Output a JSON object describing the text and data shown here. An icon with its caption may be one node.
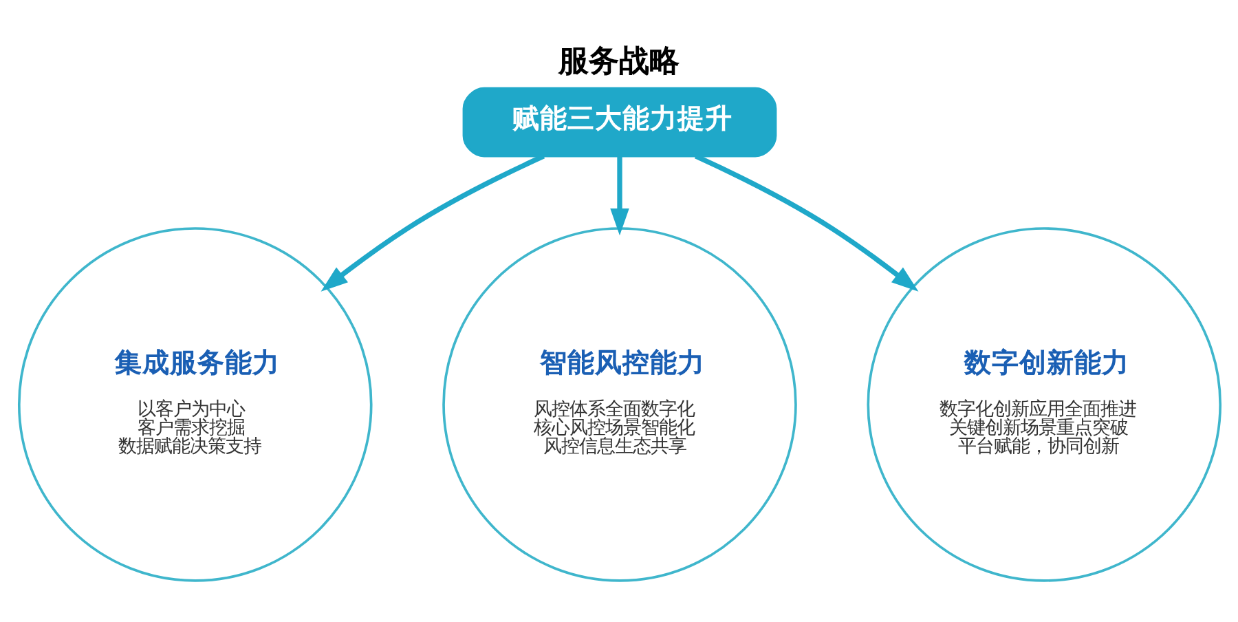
{
  "diagram": {
    "title": "服务战略",
    "nodes": [
      {
        "text": [
          "赋能三大能力提升"
        ]
      },
      {
        "text": [
          "集成服务能力",
          "以客户为中心",
          "客户需求挖掘",
          "数据赋能决策支持"
        ]
      },
      {
        "text": [
          "智能风控能力",
          "风控体系全面数字化",
          "核心风控场景智能化",
          "风控信息生态共享"
        ]
      },
      {
        "text": [
          "数字创新能力",
          "数字化创新应用全面推进",
          "关键创新场景重点突破",
          "平台赋能，协同创新"
        ]
      }
    ],
    "edges": [
      {
        "from": 0,
        "to": 1,
        "arrow": "to"
      },
      {
        "from": 0,
        "to": 2,
        "arrow": "to"
      },
      {
        "from": 0,
        "to": 3,
        "arrow": "to"
      }
    ]
  }
}
